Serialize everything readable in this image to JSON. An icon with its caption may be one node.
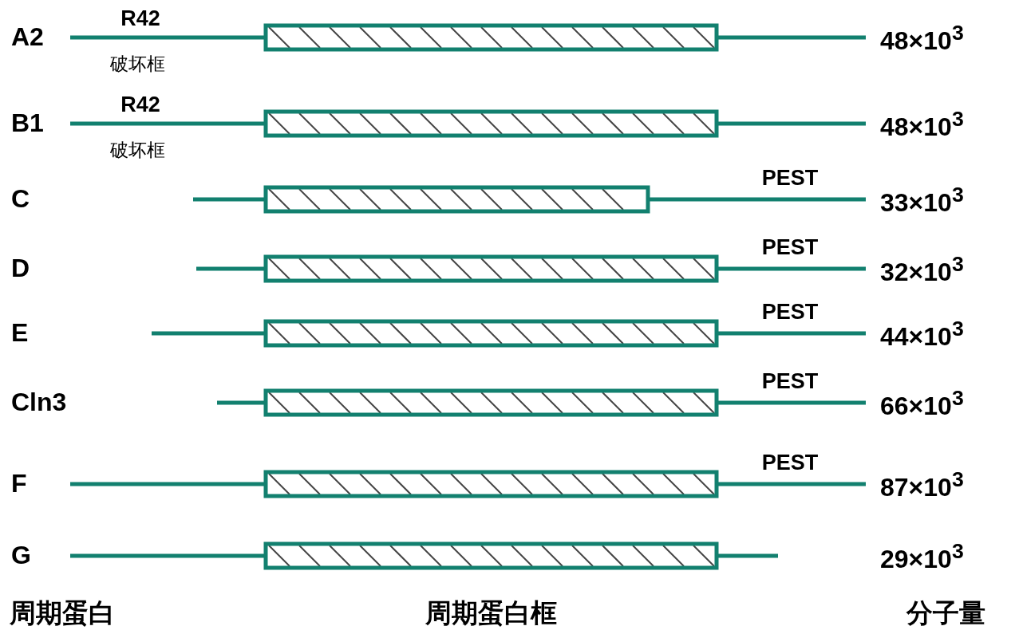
{
  "diagram": {
    "labels": [
      "A2",
      "R42",
      "破坏框",
      "48×10$^{3}$",
      "B1",
      "R42",
      "破坏框",
      "48×10$^{3}$",
      "C",
      "PEST",
      "33×10$^{3}$",
      "D",
      "PEST",
      "32×10$^{3}$",
      "E",
      "PEST",
      "44×10$^{3}$",
      "Cln3",
      "PEST",
      "66×10$^{3}$",
      "F",
      "PEST",
      "87×10$^{3}$",
      "G",
      "29×10$^{3}$",
      "周期蛋白",
      "周期蛋白框",
      "分子量"
    ]
  }
}
